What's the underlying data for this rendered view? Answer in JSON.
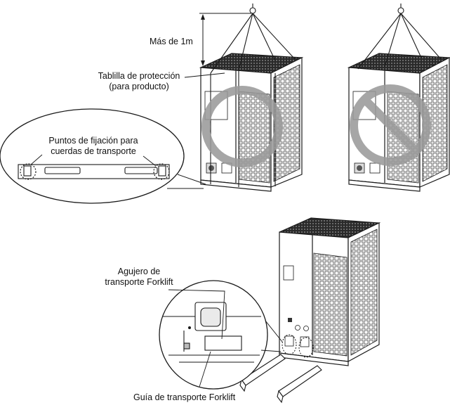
{
  "labels": {
    "distance": "Más de 1m",
    "protection_board": [
      "Tablilla de protección",
      "(para producto)"
    ],
    "fixing_points": [
      "Puntos de fijación para",
      "cuerdas de transporte"
    ],
    "forklift_hole": [
      "Agujero de",
      "transporte Forklift"
    ],
    "forklift_guide": "Guía de transporte Forklift"
  },
  "symbols": {
    "check": "ok-circle-icon",
    "prohibited": "prohibited-icon"
  },
  "colors": {
    "line": "#1a1a1a",
    "symbol_gray": "#9a9a9a",
    "unit_top": "#2a2a2a"
  }
}
